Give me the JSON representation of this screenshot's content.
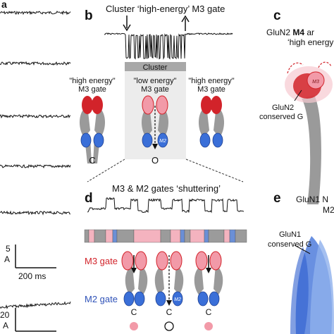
{
  "panels": {
    "a": {
      "label": "a"
    },
    "b": {
      "label": "b",
      "title": "Cluster ‘high-energy’ M3 gate",
      "cluster_label": "Cluster",
      "states": [
        {
          "line1": "\"high energy\"",
          "line2": "M3 gate",
          "state": "C"
        },
        {
          "line1": "\"low energy\"",
          "line2": "M3 gate",
          "state": "O"
        },
        {
          "line1": "\"high energy\"",
          "line2": "M3 gate"
        }
      ],
      "subunit_label": "M2"
    },
    "c": {
      "label": "c",
      "line1_pre": "GluN2 ",
      "line1_bold": "M4",
      "line1_post": " ar",
      "line2": "‘high energy",
      "annot1": "GluN2",
      "annot2": "conserved G",
      "subunit_label": "M3"
    },
    "d": {
      "label": "d",
      "title": "M3 & M2 gates ‘shuttering’",
      "m3_label": "M3 gate",
      "m2_label": "M2 gate",
      "states": [
        "C",
        "C",
        "C"
      ],
      "subunit_label": "M2"
    },
    "e": {
      "label": "e",
      "line1": "GluN1 N",
      "line2": "M2",
      "annot1": "GluN1",
      "annot2": "conserved G"
    }
  },
  "scale_bar": {
    "amp": "5",
    "amp_unit": "A",
    "time": "200 ms",
    "amp2": "20",
    "amp2_unit": "A"
  },
  "colors": {
    "m3_dark": "#d2232a",
    "m3_light": "#f29aa8",
    "m2_blue": "#3a6fd8",
    "body_gray": "#9a9a9a",
    "cluster_gray": "#ececec",
    "bar_gray": "#9b9b9b",
    "bar_pink": "#f4b3bf",
    "bar_blue": "#6b8fd6"
  },
  "icons": [
    "arrow-down-icon",
    "arrow-up-icon",
    "dashed-arrow-icon"
  ]
}
